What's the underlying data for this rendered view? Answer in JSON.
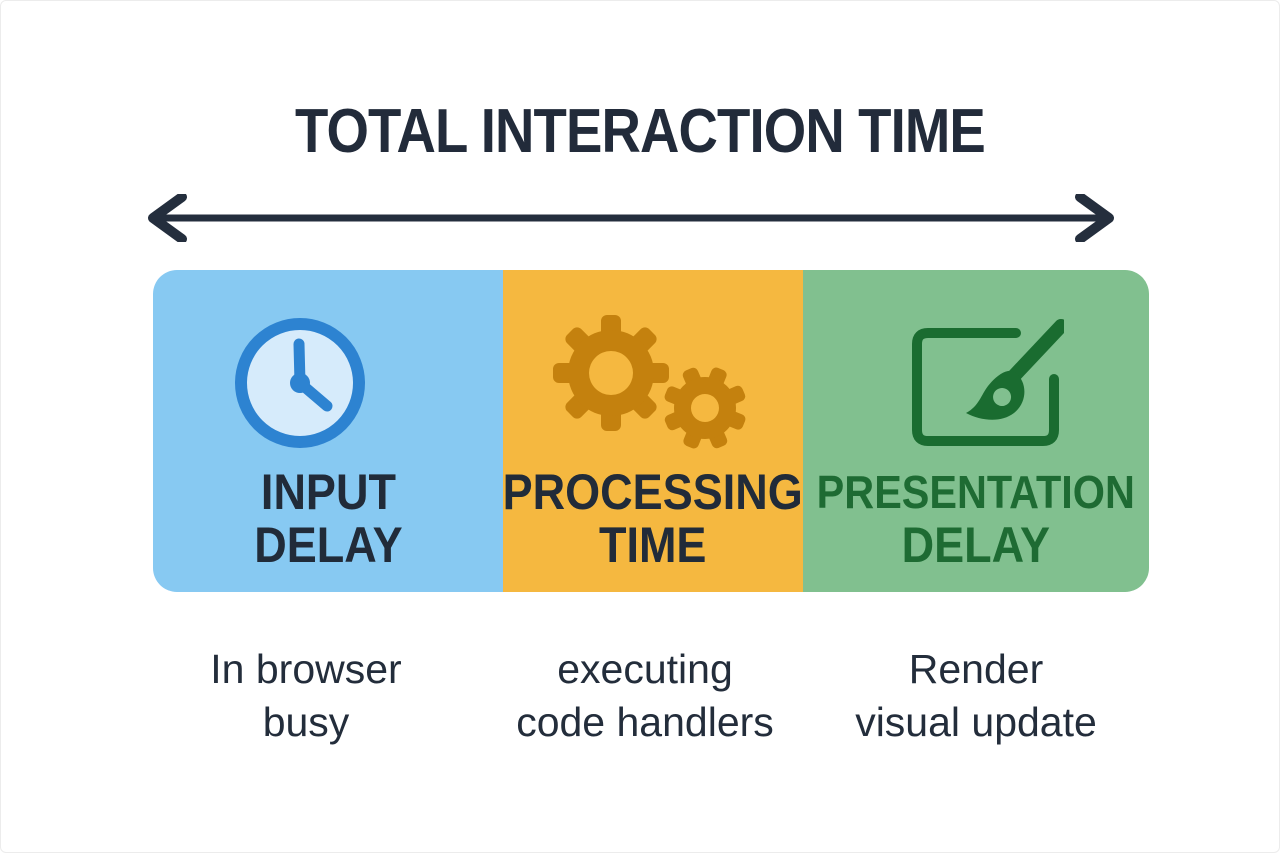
{
  "title": "TOTAL INTERACTION TIME",
  "timeline_arrow": {
    "description": "double-headed horizontal arrow spanning all three segments",
    "color": "#242e3d"
  },
  "segments": [
    {
      "id": "input-delay",
      "label": [
        "INPUT",
        "DELAY"
      ],
      "caption": [
        "In browser",
        "busy"
      ],
      "icon": "clock-icon",
      "block_color": "#87c9f2",
      "label_color": "#212b39",
      "icon_colors": {
        "ring": "#2d83d1",
        "face": "#d6ebfb",
        "hands": "#2d83d1"
      }
    },
    {
      "id": "processing-time",
      "label": [
        "PROCESSING",
        "TIME"
      ],
      "caption": [
        "executing",
        "code handlers"
      ],
      "icon": "gears-icon",
      "block_color": "#f5b840",
      "label_color": "#212b39",
      "icon_colors": {
        "gears": "#c4810e"
      }
    },
    {
      "id": "presentation-delay",
      "label": [
        "PRESENTATION",
        "DELAY"
      ],
      "caption": [
        "Render",
        "visual update"
      ],
      "icon": "screen-paintbrush-icon",
      "block_color": "#81c08f",
      "label_color": "#1e6b33",
      "icon_colors": {
        "glyph": "#1a6c30"
      }
    }
  ],
  "colors": {
    "background": "#ffffff",
    "title_text": "#222b3a",
    "caption_text": "#232d3b"
  }
}
